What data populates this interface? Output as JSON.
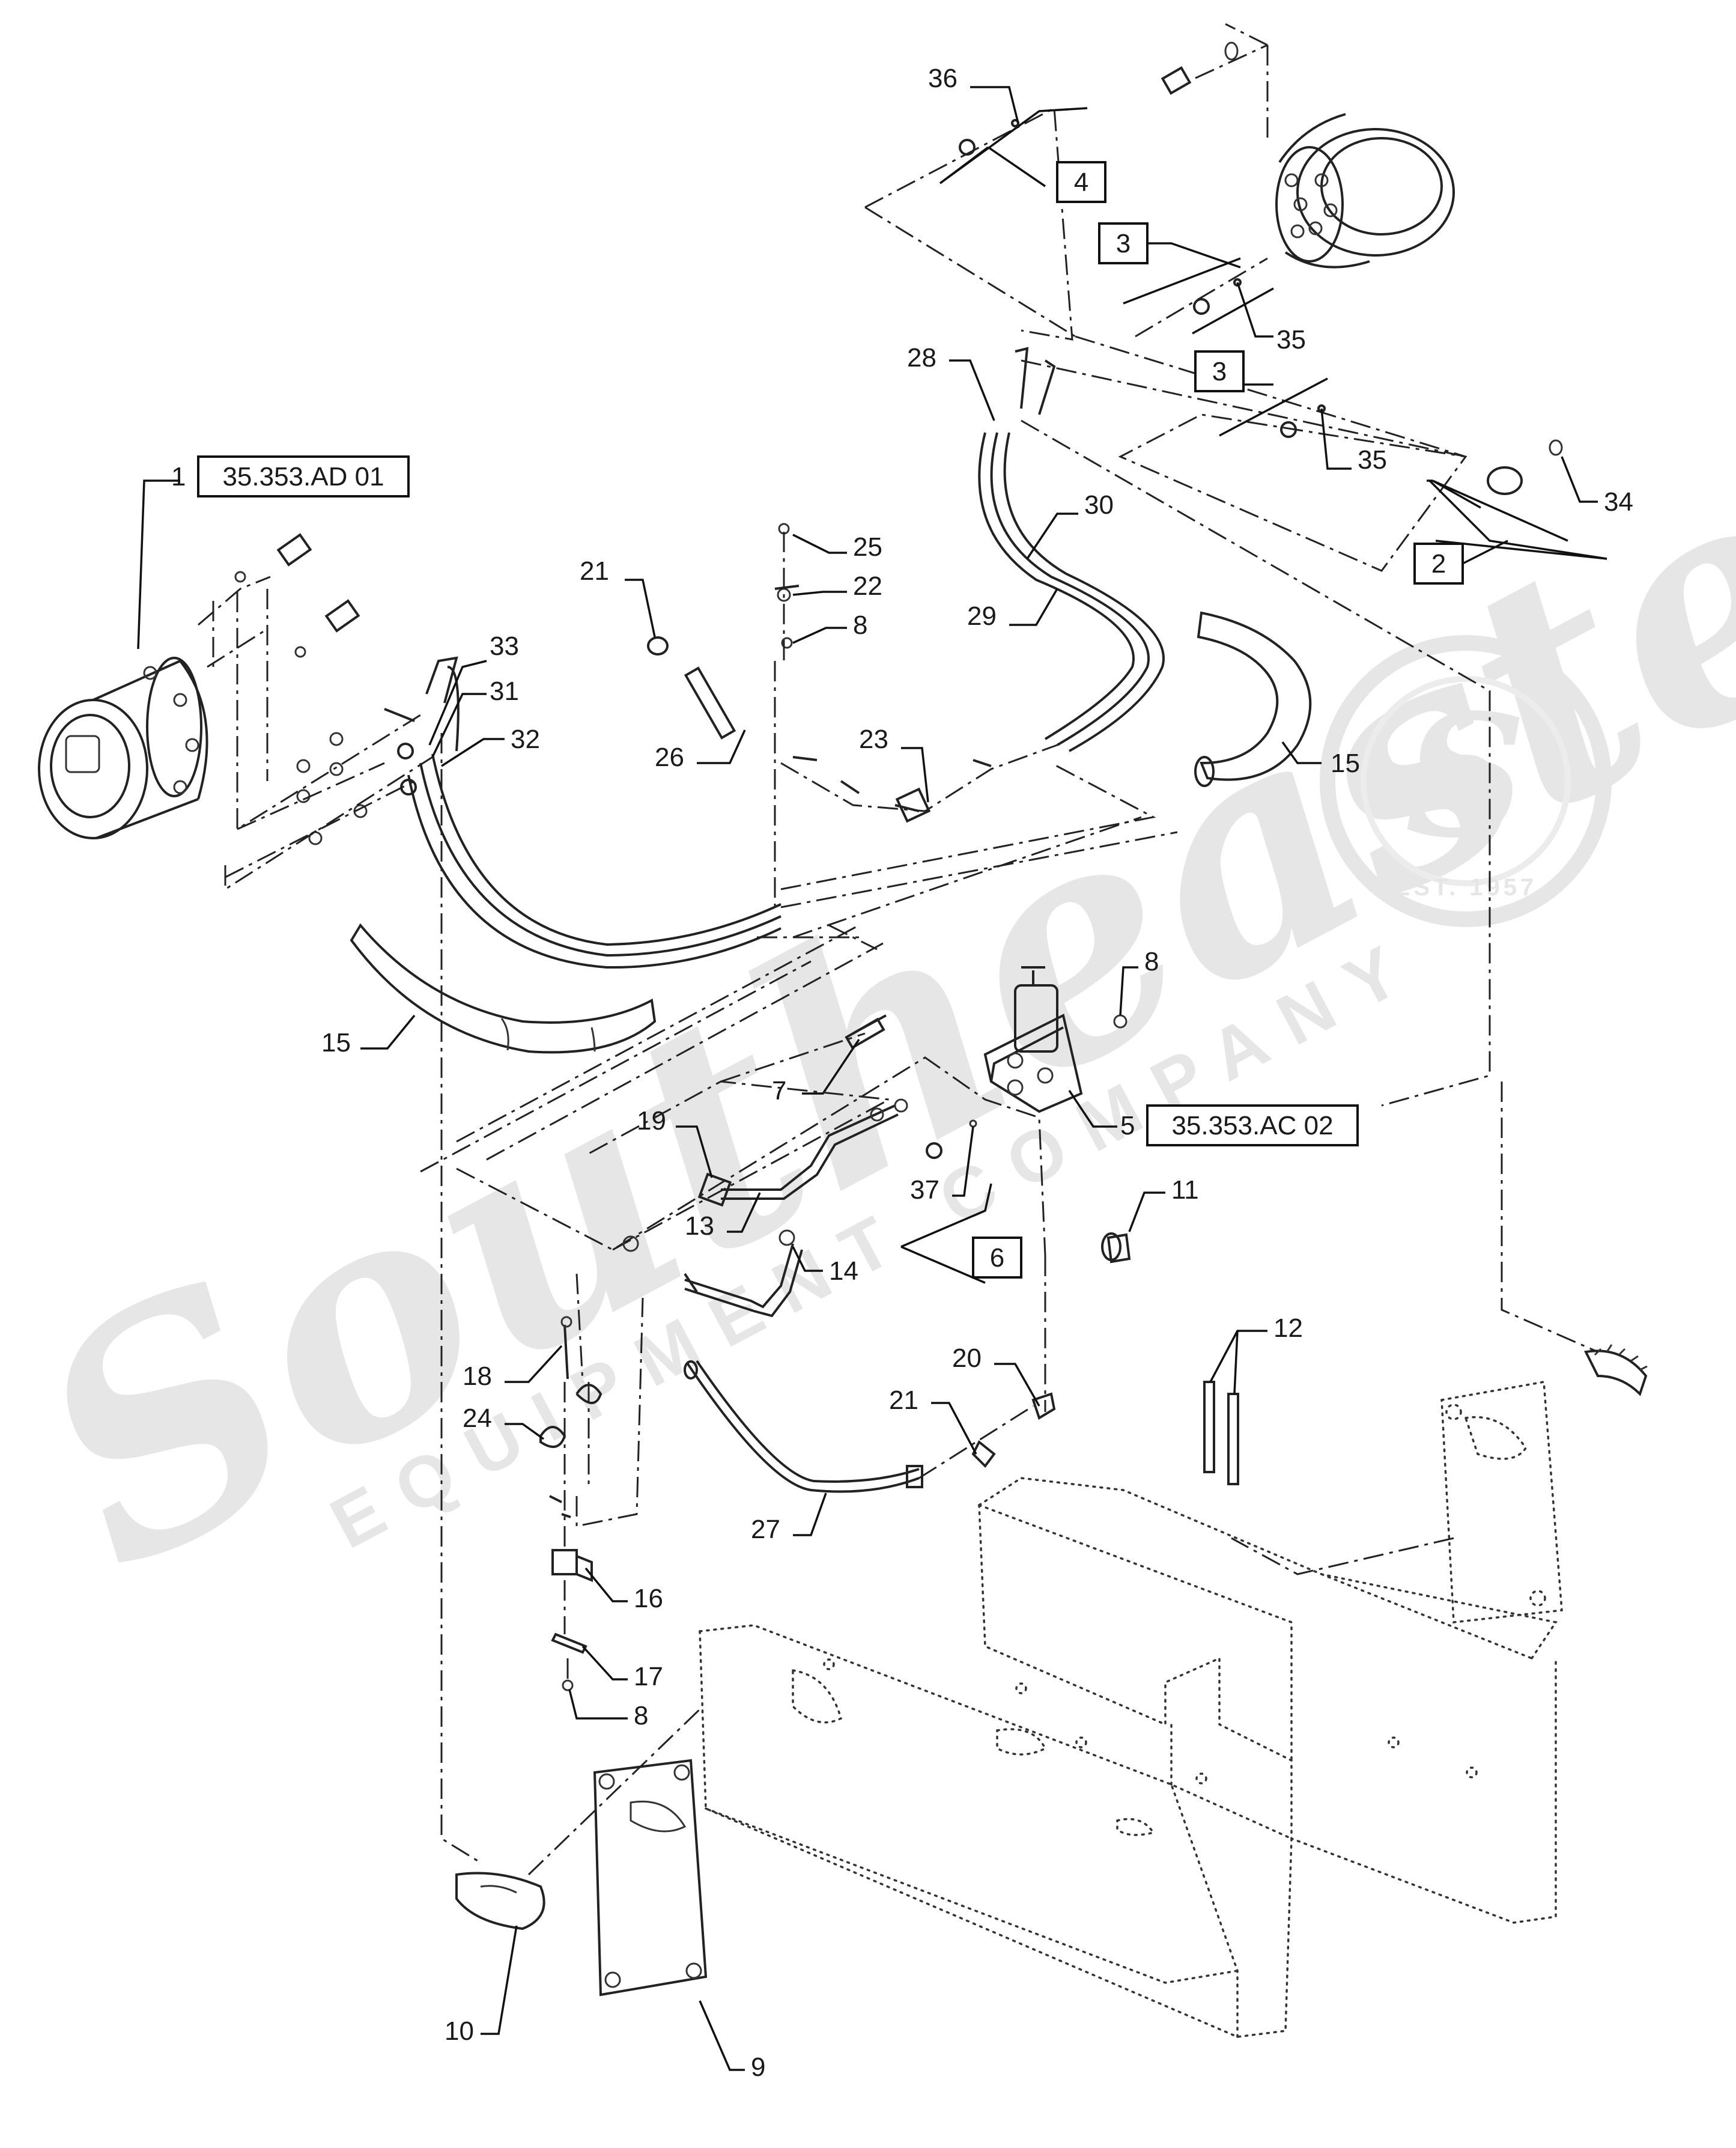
{
  "watermark": {
    "brand": "Southeastern",
    "sub": "EQUIPMENT COMPANY",
    "seal_letter": "S",
    "seal_text": "EST. 1957"
  },
  "callouts": {
    "c1": "1",
    "c2": "2",
    "c3a": "3",
    "c3b": "3",
    "c4": "4",
    "c5": "5",
    "c6": "6",
    "c7": "7",
    "c8a": "8",
    "c8b": "8",
    "c8c": "8",
    "c9": "9",
    "c10": "10",
    "c11": "11",
    "c12": "12",
    "c13": "13",
    "c14": "14",
    "c15a": "15",
    "c15b": "15",
    "c16": "16",
    "c17": "17",
    "c18": "18",
    "c19": "19",
    "c20": "20",
    "c21a": "21",
    "c21b": "21",
    "c22": "22",
    "c23": "23",
    "c24": "24",
    "c25": "25",
    "c26": "26",
    "c27": "27",
    "c28": "28",
    "c29": "29",
    "c30": "30",
    "c31": "31",
    "c32": "32",
    "c33": "33",
    "c34": "34",
    "c35a": "35",
    "c35b": "35",
    "c36": "36",
    "c37": "37"
  },
  "references": {
    "ref1": "35.353.AD 01",
    "ref5": "35.353.AC 02"
  }
}
